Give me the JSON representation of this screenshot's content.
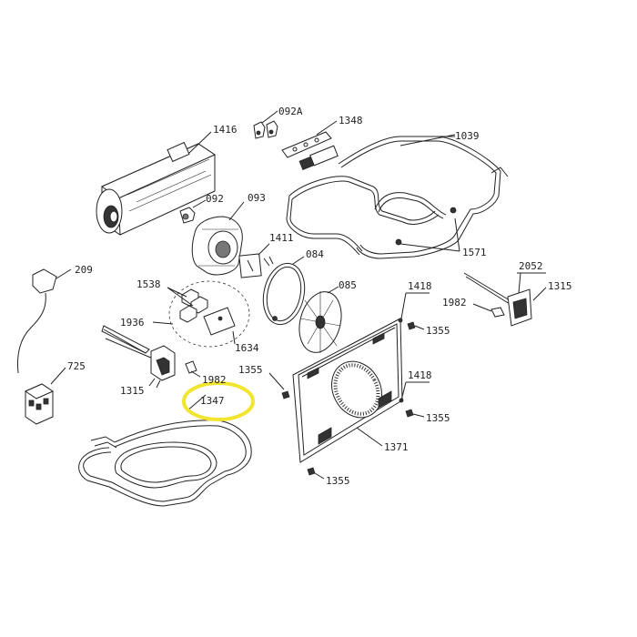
{
  "highlight_color": "#f2e530",
  "labels": {
    "p092A": "092A",
    "p1416": "1416",
    "p1348": "1348",
    "p1039": "1039",
    "p092": "092",
    "p093": "093",
    "p1411": "1411",
    "p084": "084",
    "p085": "085",
    "p1571": "1571",
    "p2052": "2052",
    "p1315a": "1315",
    "p1982a": "1982",
    "p209": "209",
    "p1538": "1538",
    "p1936": "1936",
    "p1634": "1634",
    "p1418a": "1418",
    "p1355a": "1355",
    "p725": "725",
    "p1315b": "1315",
    "p1982b": "1982",
    "p1355b": "1355",
    "p1347": "1347",
    "p1418b": "1418",
    "p1355c": "1355",
    "p1371": "1371",
    "p1355d": "1355"
  }
}
